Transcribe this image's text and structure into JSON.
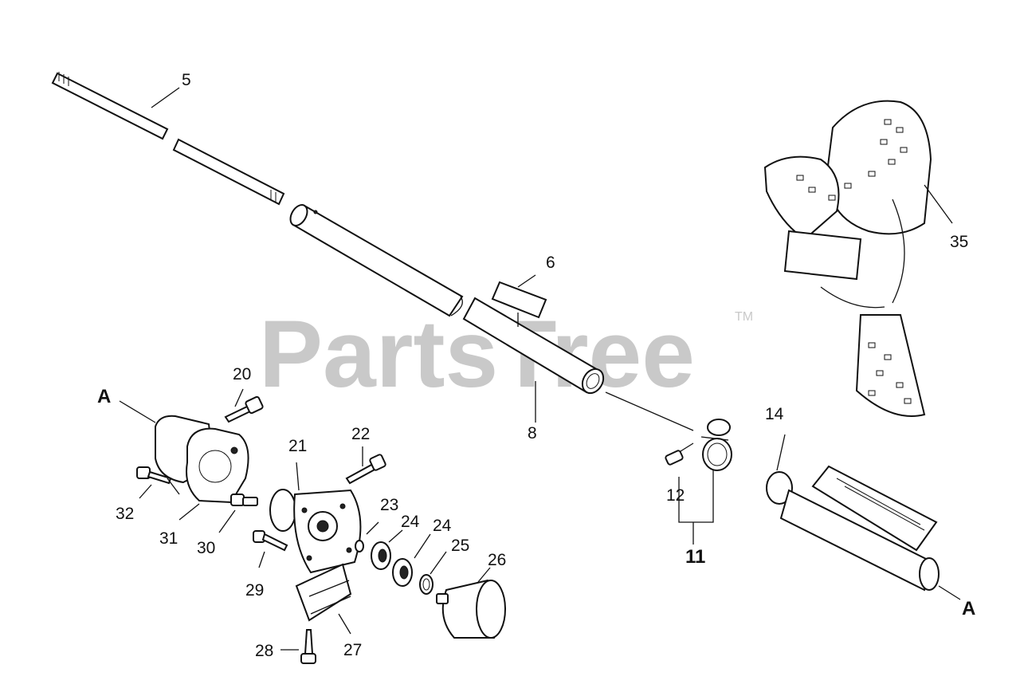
{
  "watermark": {
    "text": "PartsTree",
    "trademark": "TM"
  },
  "callouts": {
    "c5": "5",
    "c6": "6",
    "c8": "8",
    "c11": "11",
    "c12": "12",
    "c14": "14",
    "c20": "20",
    "c21": "21",
    "c22": "22",
    "c23": "23",
    "c24a": "24",
    "c24b": "24",
    "c25": "25",
    "c26": "26",
    "c27": "27",
    "c28": "28",
    "c29": "29",
    "c30": "30",
    "c31": "31",
    "c32": "32",
    "c35": "35",
    "refA_left": "A",
    "refA_right": "A"
  },
  "colors": {
    "ink": "#111111",
    "watermark": "#c9c9c9",
    "background": "#ffffff"
  }
}
